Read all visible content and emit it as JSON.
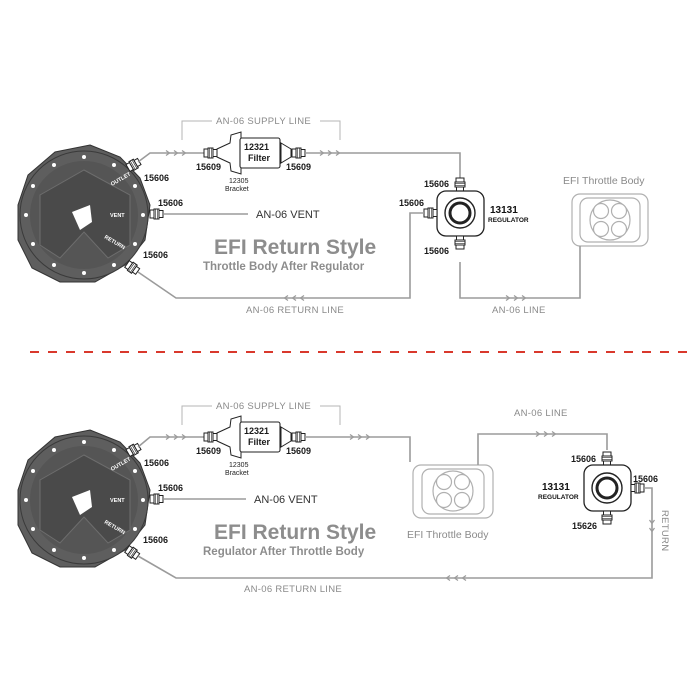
{
  "top": {
    "supply_line_label": "AN-06 SUPPLY LINE",
    "outlet_fitting": "15606",
    "vent_fitting": "15606",
    "return_fitting": "15606",
    "filter_left_fitting": "15609",
    "filter_right_fitting": "15609",
    "filter_part": "12321",
    "filter_word": "Filter",
    "bracket_part": "12305",
    "bracket_word": "Bracket",
    "vent_label": "AN-06 VENT",
    "title": "EFI Return Style",
    "subtitle": "Throttle Body After Regulator",
    "regulator_part": "13131",
    "regulator_word": "REGULATOR",
    "reg_top_fitting": "15606",
    "reg_left_fitting": "15606",
    "reg_bottom_fitting": "15606",
    "throttle_body_label": "EFI Throttle Body",
    "return_line_label": "AN-06 RETURN LINE",
    "an06_line_label": "AN-06 LINE"
  },
  "bottom": {
    "supply_line_label": "AN-06 SUPPLY LINE",
    "outlet_fitting": "15606",
    "vent_fitting": "15606",
    "return_fitting": "15606",
    "filter_left_fitting": "15609",
    "filter_right_fitting": "15609",
    "filter_part": "12321",
    "filter_word": "Filter",
    "bracket_part": "12305",
    "bracket_word": "Bracket",
    "vent_label": "AN-06 VENT",
    "title": "EFI Return Style",
    "subtitle": "Regulator After Throttle Body",
    "an06_line_label": "AN-06 LINE",
    "throttle_body_label": "EFI Throttle Body",
    "regulator_part": "13131",
    "regulator_word": "REGULATOR",
    "reg_top_fitting": "15606",
    "reg_right_fitting": "15606",
    "reg_bottom_fitting": "15626",
    "return_vertical_label": "RETURN",
    "return_line_label": "AN-06 RETURN LINE"
  },
  "tank_plate": {
    "outlet": "OUTLET",
    "vent": "VENT",
    "return": "RETURN"
  },
  "colors": {
    "line": "#9b9b9b",
    "divider": "#d9382c",
    "plate": "#5e5e5e",
    "plate_dark": "#4a4a4a"
  }
}
